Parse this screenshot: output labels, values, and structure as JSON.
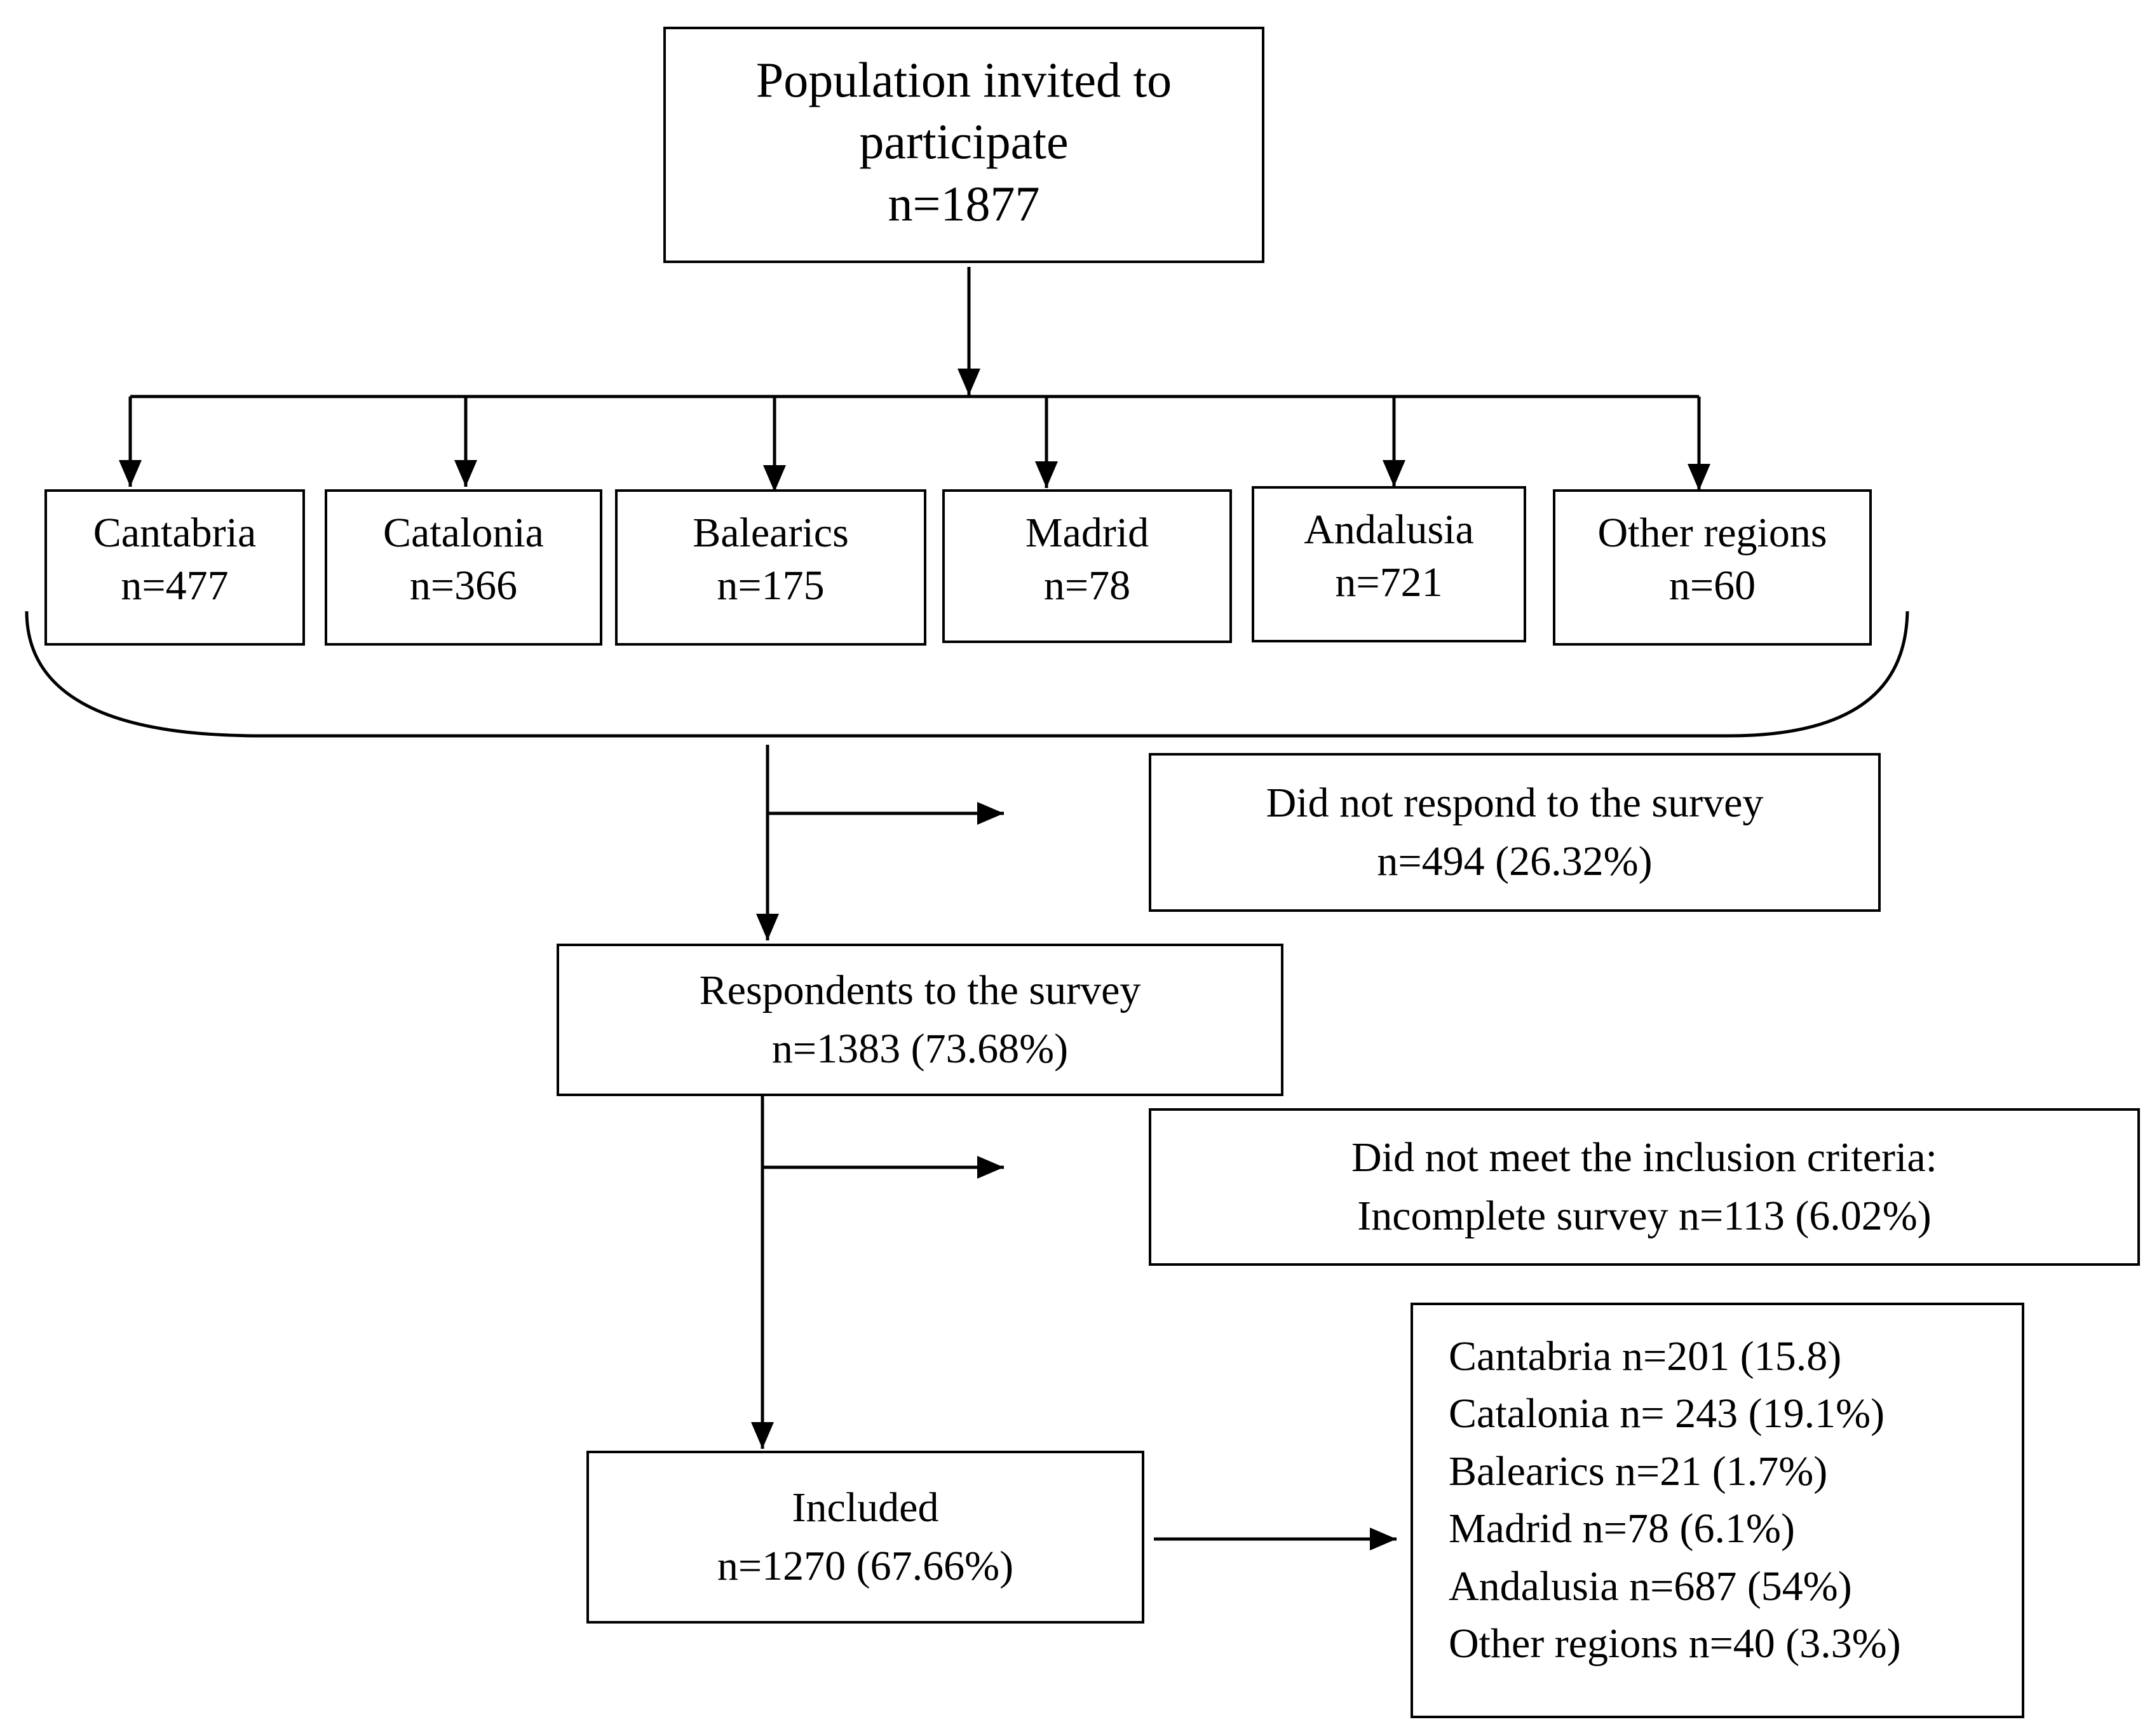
{
  "top": {
    "line1": "Population invited to",
    "line2": "participate",
    "line3": "n=1877"
  },
  "regions": [
    {
      "name": "Cantabria",
      "count": "n=477"
    },
    {
      "name": "Catalonia",
      "count": "n=366"
    },
    {
      "name": "Balearics",
      "count": "n=175"
    },
    {
      "name": "Madrid",
      "count": "n=78"
    },
    {
      "name": "Andalusia",
      "count": "n=721"
    },
    {
      "name": "Other regions",
      "count": "n=60"
    }
  ],
  "no_response": {
    "line1": "Did not respond to the survey",
    "line2": "n=494 (26.32%)"
  },
  "respondents": {
    "line1": "Respondents to the survey",
    "line2": "n=1383 (73.68%)"
  },
  "excluded": {
    "line1": "Did not meet the inclusion criteria:",
    "line2": "Incomplete survey n=113 (6.02%)"
  },
  "included": {
    "line1": "Included",
    "line2": "n=1270 (67.66%)"
  },
  "breakdown": [
    "Cantabria n=201 (15.8)",
    "Catalonia n= 243 (19.1%)",
    "Balearics n=21 (1.7%)",
    "Madrid n=78 (6.1%)",
    "Andalusia n=687 (54%)",
    "Other regions n=40 (3.3%)"
  ]
}
